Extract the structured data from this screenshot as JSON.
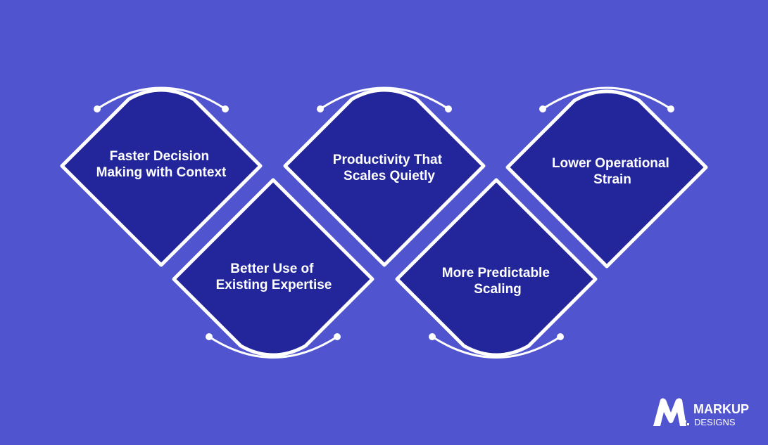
{
  "colors": {
    "background": "#5054cf",
    "shape_fill": "#23269a",
    "shape_stroke": "#ffffff",
    "text": "#ffffff"
  },
  "shapes": [
    {
      "id": "s1",
      "orientation": "up",
      "lines": [
        "Faster Decision",
        "Making with Context"
      ]
    },
    {
      "id": "s2",
      "orientation": "down",
      "lines": [
        "Better Use of",
        "Existing Expertise"
      ]
    },
    {
      "id": "s3",
      "orientation": "up",
      "lines": [
        "Productivity That",
        "Scales Quietly"
      ]
    },
    {
      "id": "s4",
      "orientation": "down",
      "lines": [
        "More Predictable",
        "Scaling"
      ]
    },
    {
      "id": "s5",
      "orientation": "up",
      "lines": [
        "Lower Operational",
        "Strain"
      ]
    }
  ],
  "logo": {
    "mark": "M",
    "name": "MARKUP",
    "sub": "DESIGNS",
    "icon": "markup-designs-logo-icon"
  }
}
